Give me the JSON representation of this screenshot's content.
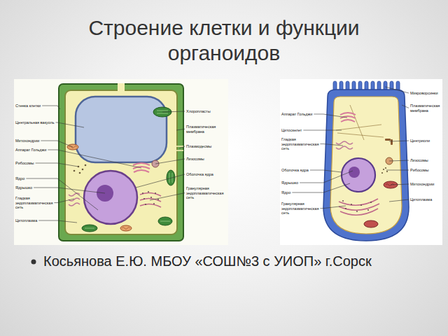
{
  "diagram": {
    "title": "Строение клетки и функции органоидов",
    "labels": [
      "Стенка клетки",
      "Центральная вакуоль",
      "Митохондрии",
      "Аппарат Гольджи",
      "Рибосомы",
      "Ядро",
      "Ядрышко",
      "Гладкая эндоплазматическая сеть",
      "Цитоплазма",
      "Хлоропласты",
      "Плазматическая мембрана",
      "Плазмодесмы",
      "Лизосомы",
      "Оболочка ядра",
      "Гранулярная эндоплазматическая сеть",
      "Аппарат Гольджи",
      "Цитоскелет",
      "Гладкая эндоплазматическая сеть",
      "Оболочка ядра",
      "Ядрышко",
      "Ядро",
      "Гранулярная эндоплазматическая сеть",
      "Микроворсинки",
      "Плазматическая мембрана",
      "Центриоли",
      "Лизосомы",
      "Рибосомы",
      "Митохондрии",
      "Цитоплазма",
      "Косьянова Е.Ю. МБОУ  «СОШ№3 с УИОП» г.Сорск"
    ]
  }
}
